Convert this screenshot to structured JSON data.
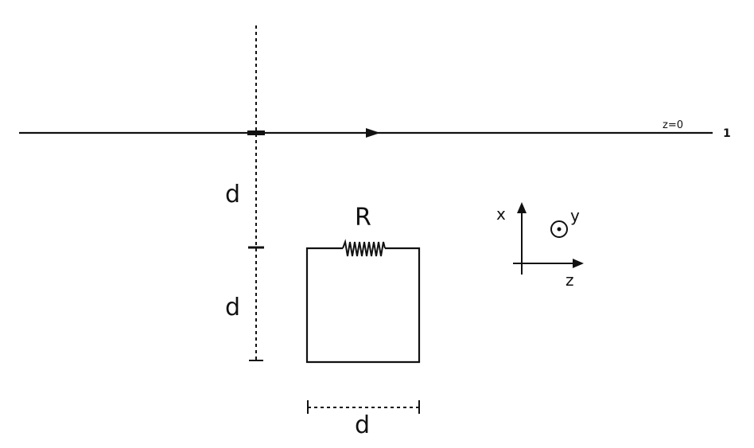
{
  "wire": {
    "z_label": "z=0",
    "current_label": "1"
  },
  "loop": {
    "resistor_label": "R",
    "width_label": "d"
  },
  "distances": {
    "upper_label": "d",
    "lower_label": "d"
  },
  "axes": {
    "x_label": "x",
    "y_label": "y",
    "z_label": "z"
  }
}
